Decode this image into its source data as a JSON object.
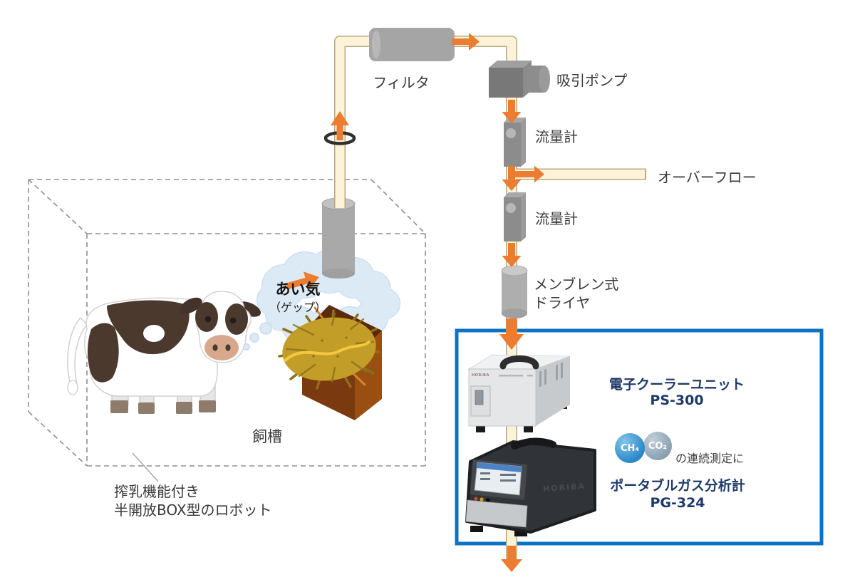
{
  "labels": {
    "filter": "フィルタ",
    "suction_pump": "吸引ポンプ",
    "flow_meter_1": "流量計",
    "overflow": "オーバーフロー",
    "flow_meter_2": "流量計",
    "membrane_dryer_line1": "メンブレン式",
    "membrane_dryer_line2": "ドライヤ",
    "burp_main": "あい気",
    "burp_sub": "（ゲップ）",
    "feed_trough": "飼槽",
    "robot_caption_line1": "搾乳機能付き",
    "robot_caption_line2": "半開放BOX型のロボット"
  },
  "analyzer_panel": {
    "cooler_name": "電子クーラーユニット",
    "cooler_model": "PS-300",
    "gas_badge_1": "CH₄",
    "gas_badge_2": "CO₂",
    "measurement_note": "の連続測定に",
    "analyzer_name": "ポータブルガス分析計",
    "analyzer_model": "PG-324",
    "brand": "HORIBA"
  },
  "colors": {
    "flow_arrow": "#ec7c2f",
    "pipe_fill": "#fcf3d9",
    "pipe_outline": "#b9a87e",
    "equipment_gray": "#a5a5a5",
    "accent_navy": "#1e3a68",
    "ch4_badge": "#2a89ca",
    "co2_badge": "#8aa2b3",
    "highlight_frame": "#0d72c4"
  }
}
